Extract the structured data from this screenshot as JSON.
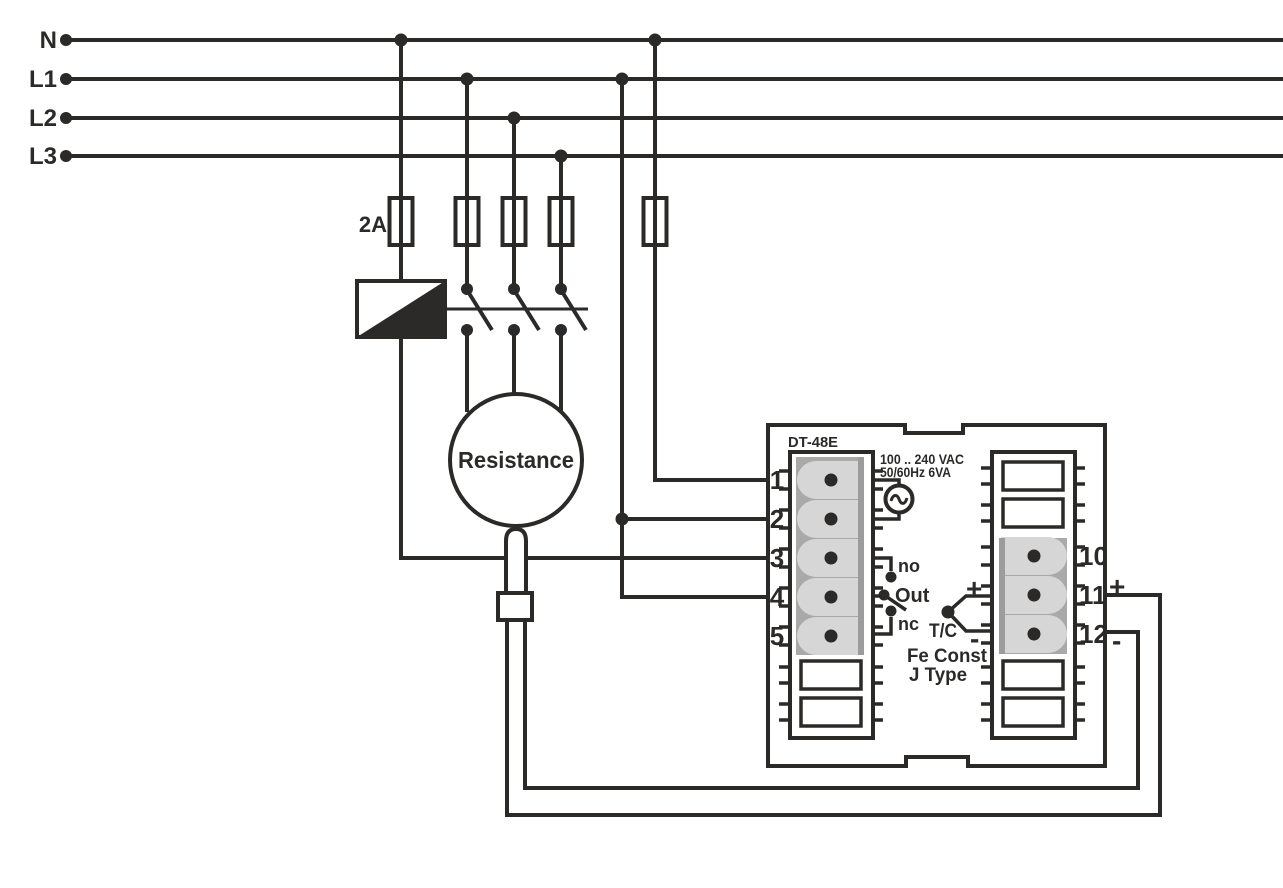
{
  "labels": {
    "bus": [
      "N",
      "L1",
      "L2",
      "L3"
    ],
    "fuse_rating": "2A",
    "load": "Resistance",
    "model": "DT-48E",
    "power": [
      "100 .. 240 VAC",
      "50/60Hz 6VA"
    ],
    "left_terminals": [
      "1",
      "2",
      "3",
      "4",
      "5"
    ],
    "right_terminals": [
      "10",
      "11",
      "12"
    ],
    "relay_no": "no",
    "relay_out": "Out",
    "relay_nc": "nc",
    "tc": "T/C",
    "tc_type": [
      "Fe Const",
      "J Type"
    ],
    "tc_plus": "+",
    "tc_minus": "-",
    "ext_plus": "+",
    "ext_minus": "-"
  },
  "colors": {
    "line": "#2b2a29",
    "strip": "#a9a9a9",
    "pill": "#d6d6d6",
    "stripe": "#9c9c9c",
    "bg": "#ffffff"
  }
}
